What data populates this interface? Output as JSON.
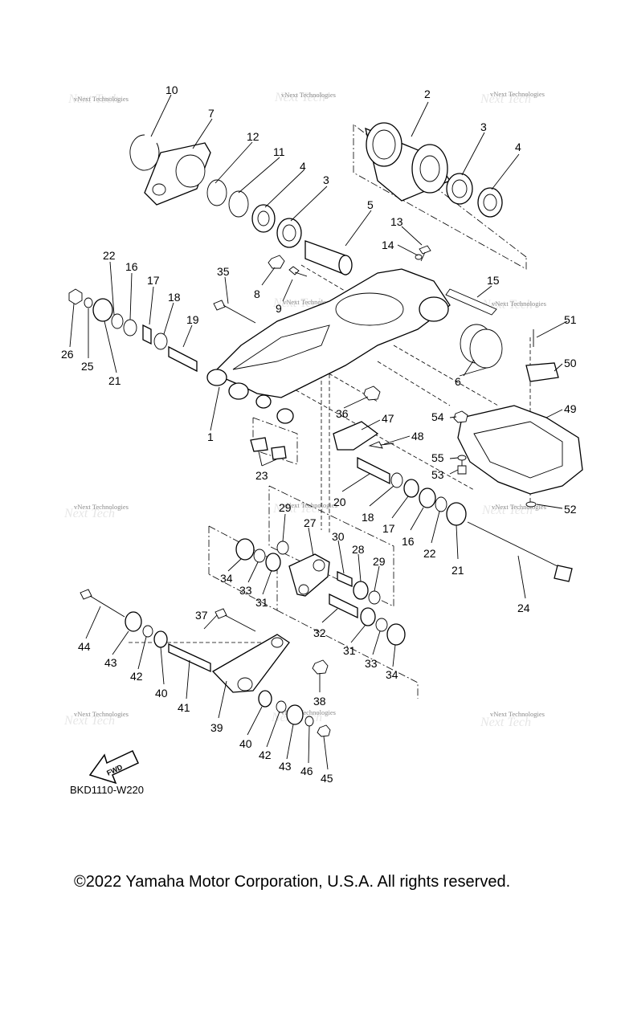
{
  "diagram_code": "BKD1110-W220",
  "copyright": "©2022 Yamaha Motor Corporation, U.S.A. All rights reserved.",
  "watermark": "vNext Technologies",
  "watermark_background": "Next Tech",
  "fwd_label": "FWD",
  "callouts": [
    {
      "id": "c1",
      "text": "1"
    },
    {
      "id": "c2",
      "text": "2"
    },
    {
      "id": "c3a",
      "text": "3"
    },
    {
      "id": "c3b",
      "text": "3"
    },
    {
      "id": "c4a",
      "text": "4"
    },
    {
      "id": "c4b",
      "text": "4"
    },
    {
      "id": "c5",
      "text": "5"
    },
    {
      "id": "c6",
      "text": "6"
    },
    {
      "id": "c7",
      "text": "7"
    },
    {
      "id": "c8",
      "text": "8"
    },
    {
      "id": "c9",
      "text": "9"
    },
    {
      "id": "c10",
      "text": "10"
    },
    {
      "id": "c11",
      "text": "11"
    },
    {
      "id": "c12",
      "text": "12"
    },
    {
      "id": "c13",
      "text": "13"
    },
    {
      "id": "c14",
      "text": "14"
    },
    {
      "id": "c15",
      "text": "15"
    },
    {
      "id": "c16a",
      "text": "16"
    },
    {
      "id": "c16b",
      "text": "16"
    },
    {
      "id": "c17a",
      "text": "17"
    },
    {
      "id": "c17b",
      "text": "17"
    },
    {
      "id": "c18a",
      "text": "18"
    },
    {
      "id": "c18b",
      "text": "18"
    },
    {
      "id": "c19",
      "text": "19"
    },
    {
      "id": "c20",
      "text": "20"
    },
    {
      "id": "c21a",
      "text": "21"
    },
    {
      "id": "c21b",
      "text": "21"
    },
    {
      "id": "c22a",
      "text": "22"
    },
    {
      "id": "c22b",
      "text": "22"
    },
    {
      "id": "c23",
      "text": "23"
    },
    {
      "id": "c24",
      "text": "24"
    },
    {
      "id": "c25",
      "text": "25"
    },
    {
      "id": "c26",
      "text": "26"
    },
    {
      "id": "c27",
      "text": "27"
    },
    {
      "id": "c28",
      "text": "28"
    },
    {
      "id": "c29a",
      "text": "29"
    },
    {
      "id": "c29b",
      "text": "29"
    },
    {
      "id": "c30",
      "text": "30"
    },
    {
      "id": "c31a",
      "text": "31"
    },
    {
      "id": "c31b",
      "text": "31"
    },
    {
      "id": "c32",
      "text": "32"
    },
    {
      "id": "c33a",
      "text": "33"
    },
    {
      "id": "c33b",
      "text": "33"
    },
    {
      "id": "c34a",
      "text": "34"
    },
    {
      "id": "c34b",
      "text": "34"
    },
    {
      "id": "c35",
      "text": "35"
    },
    {
      "id": "c36",
      "text": "36"
    },
    {
      "id": "c37",
      "text": "37"
    },
    {
      "id": "c38",
      "text": "38"
    },
    {
      "id": "c39",
      "text": "39"
    },
    {
      "id": "c40a",
      "text": "40"
    },
    {
      "id": "c40b",
      "text": "40"
    },
    {
      "id": "c41",
      "text": "41"
    },
    {
      "id": "c42a",
      "text": "42"
    },
    {
      "id": "c42b",
      "text": "42"
    },
    {
      "id": "c43a",
      "text": "43"
    },
    {
      "id": "c43b",
      "text": "43"
    },
    {
      "id": "c44",
      "text": "44"
    },
    {
      "id": "c45",
      "text": "45"
    },
    {
      "id": "c46",
      "text": "46"
    },
    {
      "id": "c47",
      "text": "47"
    },
    {
      "id": "c48",
      "text": "48"
    },
    {
      "id": "c49",
      "text": "49"
    },
    {
      "id": "c50",
      "text": "50"
    },
    {
      "id": "c51",
      "text": "51"
    },
    {
      "id": "c52",
      "text": "52"
    },
    {
      "id": "c53",
      "text": "53"
    },
    {
      "id": "c54",
      "text": "54"
    },
    {
      "id": "c55",
      "text": "55"
    }
  ]
}
